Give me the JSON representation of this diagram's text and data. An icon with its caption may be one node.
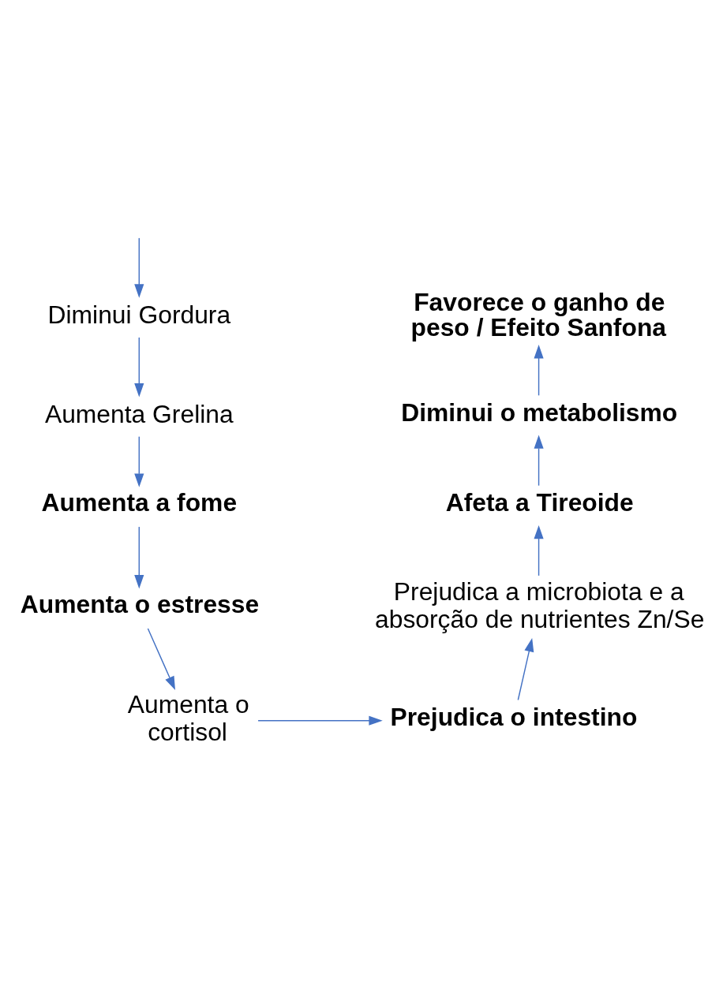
{
  "diagram": {
    "nodes": [
      {
        "text": [
          "Diminui Gordura"
        ]
      },
      {
        "text": [
          "Aumenta Grelina"
        ]
      },
      {
        "text": [
          "Aumenta a fome"
        ]
      },
      {
        "text": [
          "Aumenta o estresse"
        ]
      },
      {
        "text": [
          "Aumenta o cortisol"
        ]
      },
      {
        "text": [
          "Prejudica o intestino"
        ]
      },
      {
        "text": [
          "Prejudica a microbiota e a absorção de nutrientes Zn/Se"
        ]
      },
      {
        "text": [
          "Afeta a Tireoide"
        ]
      },
      {
        "text": [
          "Diminui o metabolismo"
        ]
      },
      {
        "text": [
          "Favorece o ganho de peso / Efeito Sanfona"
        ]
      }
    ],
    "edges": [
      {
        "from": null,
        "to": 0,
        "arrow": "to"
      },
      {
        "from": 0,
        "to": 1,
        "arrow": "to"
      },
      {
        "from": 1,
        "to": 2,
        "arrow": "to"
      },
      {
        "from": 2,
        "to": 3,
        "arrow": "to"
      },
      {
        "from": 3,
        "to": 4,
        "arrow": "to"
      },
      {
        "from": 4,
        "to": 5,
        "arrow": "to"
      },
      {
        "from": 5,
        "to": 6,
        "arrow": "to"
      },
      {
        "from": 6,
        "to": 7,
        "arrow": "to"
      },
      {
        "from": 7,
        "to": 8,
        "arrow": "to"
      },
      {
        "from": 8,
        "to": 9,
        "arrow": "to"
      }
    ]
  }
}
